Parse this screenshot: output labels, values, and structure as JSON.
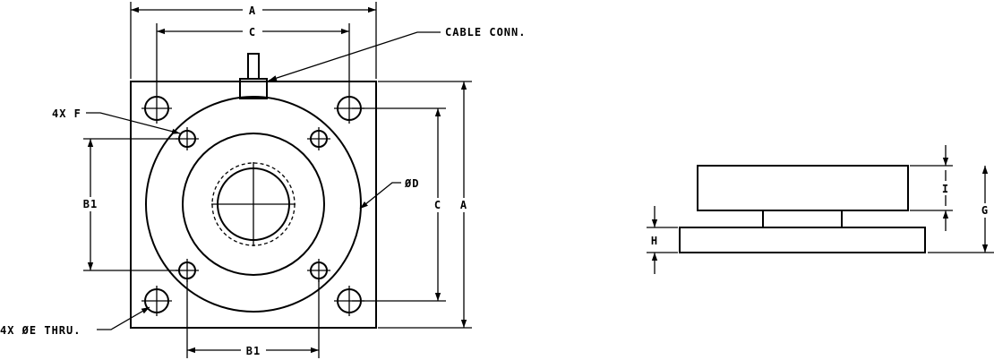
{
  "labels": {
    "a_top": "A",
    "c_top": "C",
    "cable_conn": "CABLE CONN.",
    "four_x_f": "4X F",
    "b1_left": "B1",
    "dia_d": "ØD",
    "c_right": "C",
    "a_right": "A",
    "four_x_e": "4X ØE THRU.",
    "b1_bottom": "B1",
    "i_label": "I",
    "g_label": "G",
    "h_label": "H"
  }
}
